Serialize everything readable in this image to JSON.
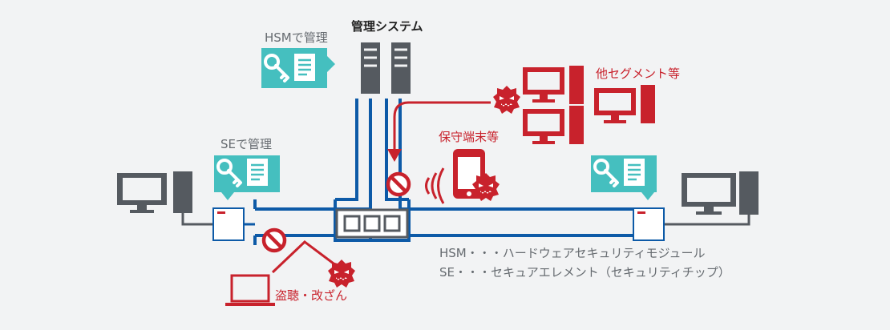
{
  "diagram": {
    "management_system_label": "管理システム",
    "hsm_managed_label": "HSMで管理",
    "se_managed_label": "SEで管理",
    "other_segment_label": "他セグメント等",
    "maintenance_terminal_label": "保守端末等",
    "eavesdrop_label": "盗聴・改ざん",
    "legend": {
      "hsm": "HSM・・・ハードウェアセキュリティモジュール",
      "se": "SE・・・セキュアエレメント（セキュリティチップ）"
    }
  },
  "colors": {
    "network_blue": "#0d5aa7",
    "threat_red": "#c8222c",
    "teal": "#45bfbf",
    "device_gray": "#555a60"
  },
  "icons": [
    "server-icon",
    "key-icon",
    "document-icon",
    "monitor-icon",
    "tower-icon",
    "virus-icon",
    "prohibited-icon",
    "smartphone-icon",
    "laptop-icon",
    "switch-icon",
    "wireless-signal-icon"
  ]
}
